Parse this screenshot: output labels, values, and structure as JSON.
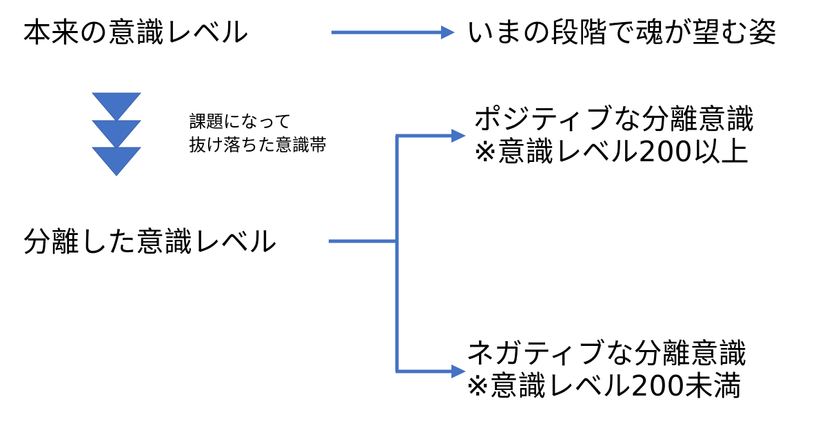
{
  "nodes": {
    "original_level": "本来の意識レベル",
    "soul_ideal": "いまの段階で魂が望む姿",
    "separated_level": "分離した意識レベル",
    "positive": {
      "line1": "ポジティブな分離意識",
      "line2": "※意識レベル200以上"
    },
    "negative": {
      "line1": "ネガティブな分離意識",
      "line2": "※意識レベル200未満"
    }
  },
  "annotation": {
    "line1": "課題になって",
    "line2": "抜け落ちた意識帯"
  },
  "colors": {
    "connector": "#4472C4",
    "descent_triangles": "#4472C4"
  }
}
